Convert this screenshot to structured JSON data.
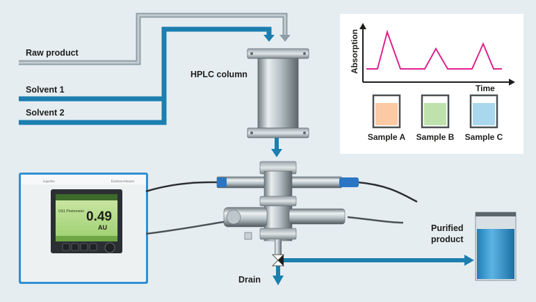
{
  "labels": {
    "raw_product": "Raw product",
    "solvent_1": "Solvent 1",
    "solvent_2": "Solvent 2",
    "hplc_column": "HPLC column",
    "purified_product": [
      "Purified",
      "product"
    ],
    "drain": "Drain"
  },
  "chart": {
    "ylabel": "Absorption",
    "xlabel": "Time",
    "samples": [
      {
        "label": "Sample A",
        "color": "#fbc9a3"
      },
      {
        "label": "Sample B",
        "color": "#bfe2ad"
      },
      {
        "label": "Sample C",
        "color": "#a9d8ee"
      }
    ]
  },
  "transmitter": {
    "brand_left": "Liquiline",
    "brand_right": "Endress+Hauser",
    "screen_title": "OS1 Photometer",
    "value": "0.49",
    "unit": "AU"
  },
  "colors": {
    "background": "#e6edf1",
    "solvent_pipe": "#1b7fb0",
    "raw_pipe": "#9aa9b1",
    "chart_line": "#e0208c",
    "transmitter_blue": "#2f8fd3"
  }
}
